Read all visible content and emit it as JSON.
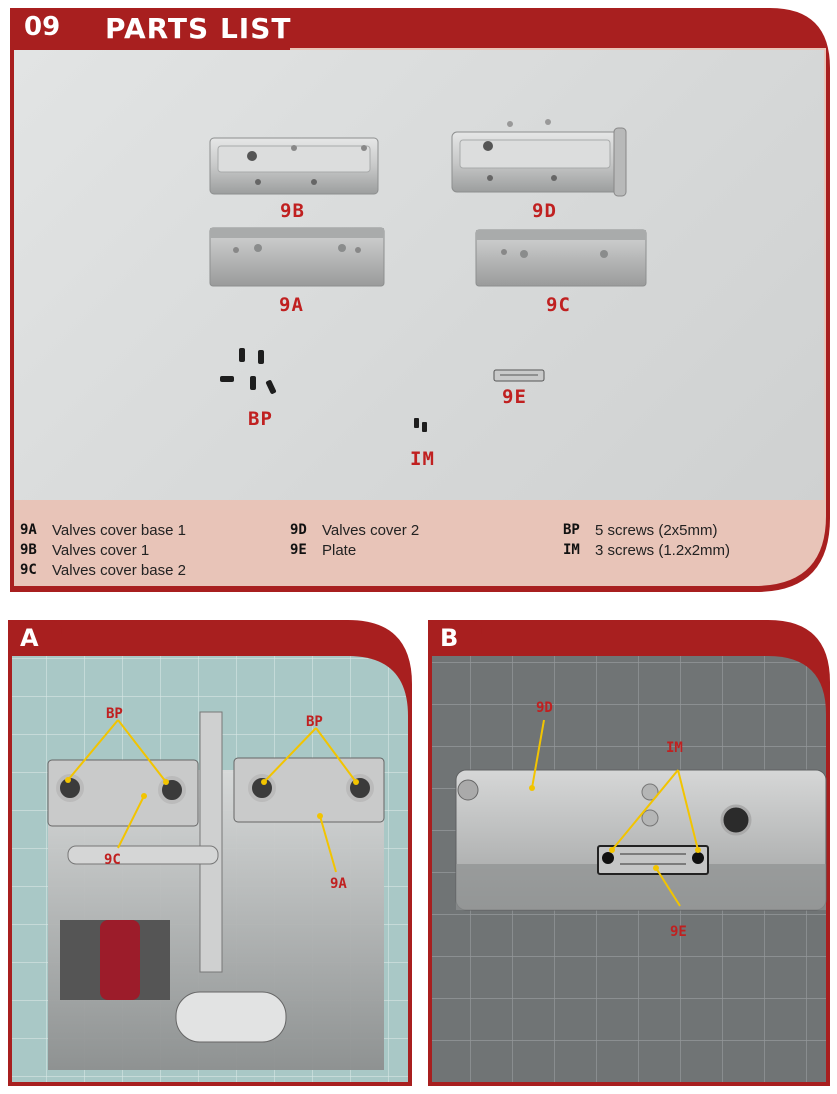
{
  "header": {
    "step_number": "09",
    "title": "PARTS LIST"
  },
  "parts_photo_labels": {
    "9B": "9B",
    "9D": "9D",
    "9A": "9A",
    "9C": "9C",
    "BP": "BP",
    "9E": "9E",
    "IM": "IM"
  },
  "legend": {
    "col1": [
      {
        "code": "9A",
        "text": "Valves cover base 1"
      },
      {
        "code": "9B",
        "text": "Valves cover 1"
      },
      {
        "code": "9C",
        "text": "Valves cover base 2"
      }
    ],
    "col2": [
      {
        "code": "9D",
        "text": "Valves cover 2"
      },
      {
        "code": "9E",
        "text": "Plate"
      }
    ],
    "col3": [
      {
        "code": "BP",
        "text": "5 screws (2x5mm)"
      },
      {
        "code": "IM",
        "text": "3 screws (1.2x2mm)"
      }
    ]
  },
  "panel_a": {
    "letter": "A",
    "labels": {
      "bp_left": "BP",
      "bp_right": "BP",
      "c9": "9C",
      "a9": "9A"
    }
  },
  "panel_b": {
    "letter": "B",
    "labels": {
      "d9": "9D",
      "im": "IM",
      "e9": "9E"
    }
  },
  "colors": {
    "accent_red": "#a81f1f",
    "panel_pink": "#e8c4b8",
    "photo_grey": "#d9dbdb"
  }
}
